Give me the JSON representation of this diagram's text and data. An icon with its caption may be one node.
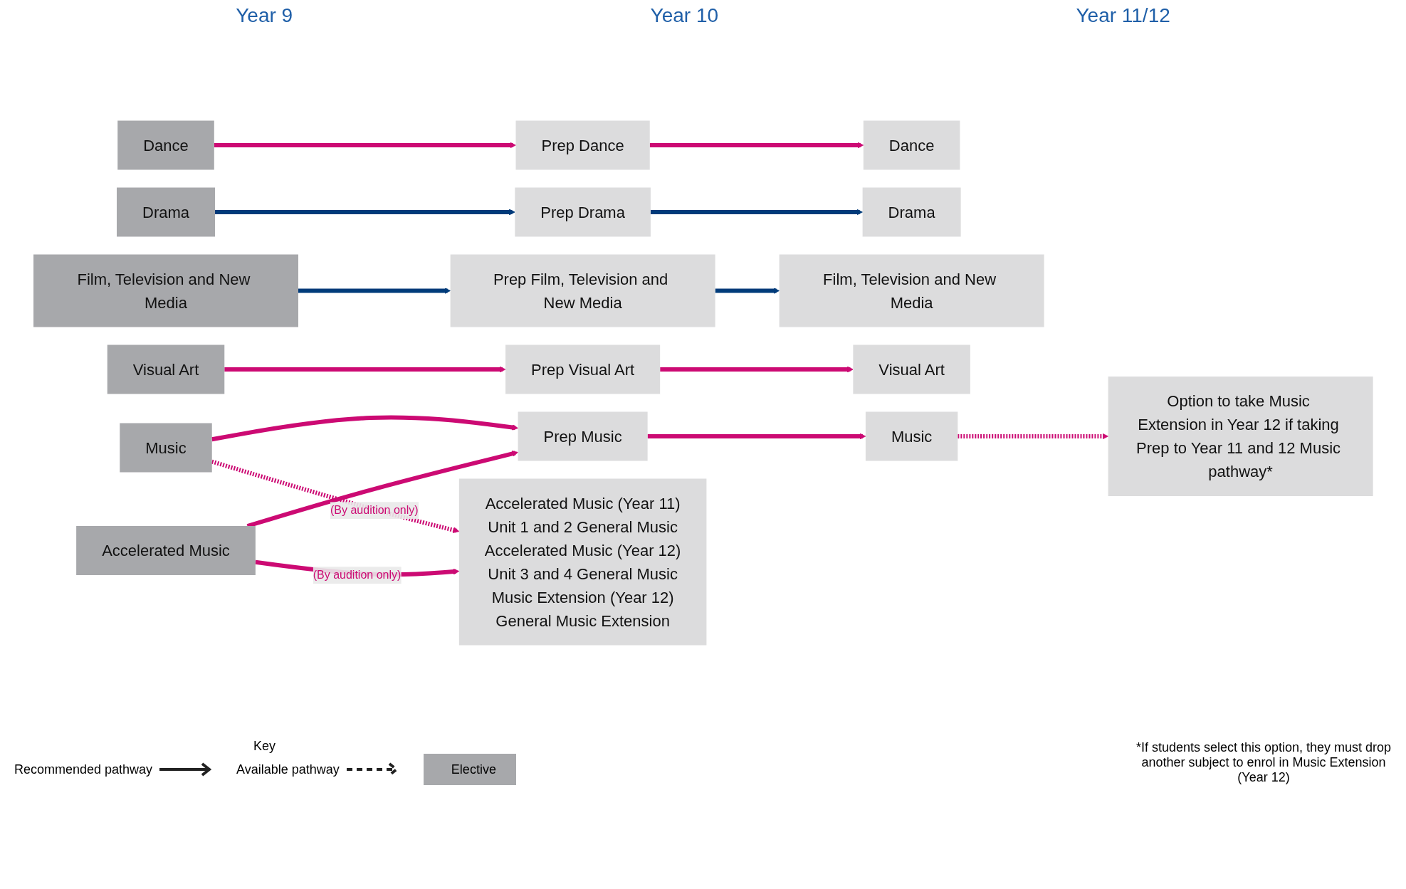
{
  "diagram": {
    "nodes": [
      {
        "text": [
          "Dance"
        ]
      },
      {
        "text": [
          "Prep Dance"
        ]
      },
      {
        "text": [
          "Dance"
        ]
      },
      {
        "text": [
          "Drama"
        ]
      },
      {
        "text": [
          "Prep Drama"
        ]
      },
      {
        "text": [
          "Drama"
        ]
      },
      {
        "text": [
          "Film, Television and New Media"
        ]
      },
      {
        "text": [
          "Prep Film, Television and New Media"
        ]
      },
      {
        "text": [
          "Film, Television and New Media"
        ]
      },
      {
        "text": [
          "Visual Art"
        ]
      },
      {
        "text": [
          "Prep Visual Art"
        ]
      },
      {
        "text": [
          "Visual Art"
        ]
      },
      {
        "text": [
          "Music"
        ]
      },
      {
        "text": [
          "Prep Music"
        ]
      },
      {
        "text": [
          "Music"
        ]
      },
      {
        "text": [
          "Option to take Music Extension in Year 12 if taking Prep to Year 11 and 12 Music pathway*"
        ]
      },
      {
        "text": [
          "Accelerated Music"
        ]
      },
      {
        "text": [
          "Accelerated Music (Year 11)",
          "Unit 1 and 2 General Music",
          "Accelerated Music (Year 12)",
          "Unit 3 and 4 General Music",
          "Music Extension (Year 12)",
          "General Music Extension"
        ]
      }
    ],
    "edges": [
      {
        "from": 0,
        "to": 1,
        "arrow": "to"
      },
      {
        "from": 1,
        "to": 2,
        "arrow": "to"
      },
      {
        "from": 3,
        "to": 4,
        "arrow": "to",
        "color": "#003b7a"
      },
      {
        "from": 4,
        "to": 5,
        "arrow": "to",
        "color": "#003b7a"
      },
      {
        "from": 6,
        "to": 7,
        "arrow": "to",
        "color": "#003b7a"
      },
      {
        "from": 7,
        "to": 8,
        "arrow": "to",
        "color": "#003b7a"
      },
      {
        "from": 9,
        "to": 10,
        "arrow": "to"
      },
      {
        "from": 10,
        "to": 11,
        "arrow": "to"
      },
      {
        "from": 12,
        "to": 13,
        "arrow": "to"
      },
      {
        "from": 12,
        "to": 17,
        "arrow": "to",
        "style": "dashed",
        "label": "(By audition only)"
      },
      {
        "from": 16,
        "to": 13,
        "arrow": "to"
      },
      {
        "from": 16,
        "to": 17,
        "arrow": "to",
        "label": "(By audition only)"
      },
      {
        "from": 13,
        "to": 14,
        "arrow": "to"
      },
      {
        "from": 14,
        "to": 15,
        "arrow": "to",
        "style": "dashed"
      }
    ],
    "labels": [
      "Year 9",
      "Year 10",
      "Year 11/12",
      "Key",
      "*If students select this option, they must drop another subject to enrol in Music Extension (Year 12)"
    ],
    "legend": [
      {
        "text": "Recommended pathway"
      },
      {
        "text": "Available pathway"
      },
      {
        "text": "Elective",
        "color": "#a7a8ab"
      }
    ]
  }
}
